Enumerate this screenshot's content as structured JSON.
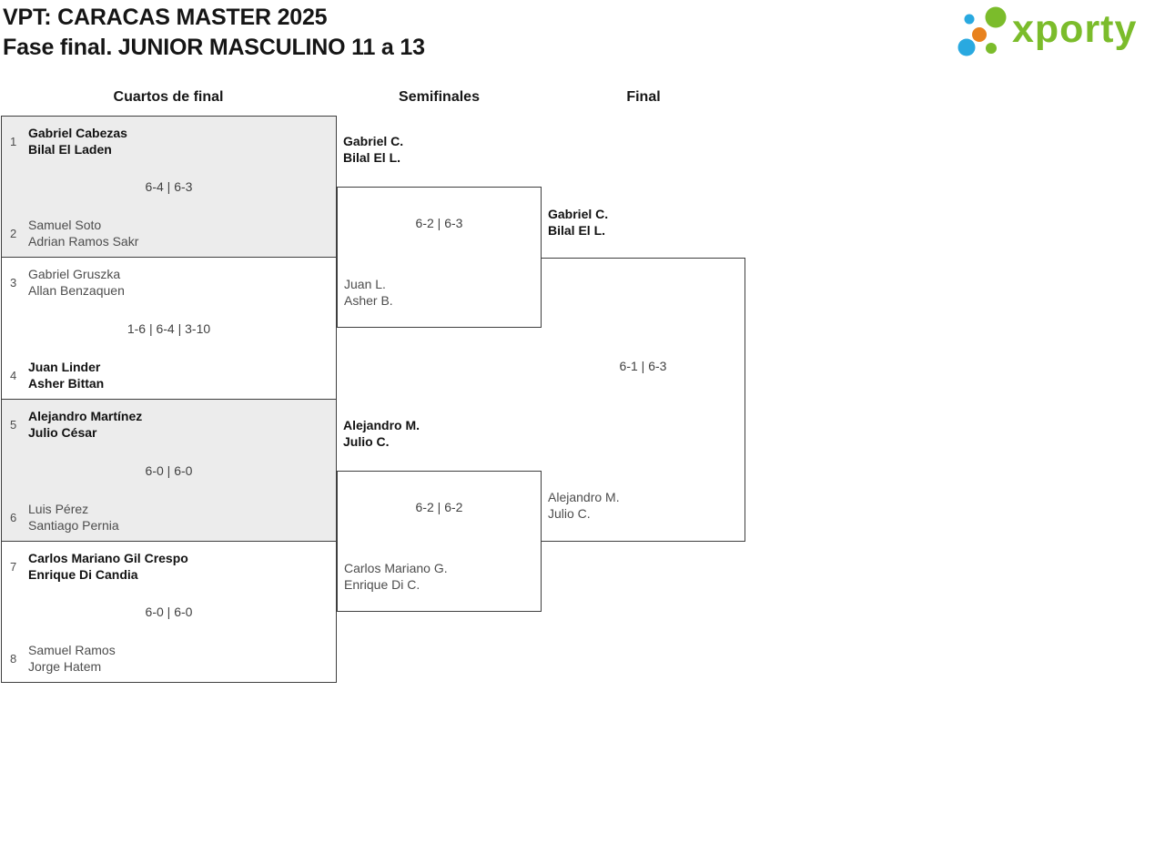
{
  "header": {
    "title_line1": "VPT: CARACAS MASTER 2025",
    "title_line2": "Fase final. JUNIOR MASCULINO 11 a 13"
  },
  "logo": {
    "text": "xporty",
    "colors": {
      "green": "#7bbc2b",
      "blue": "#29a9e0",
      "orange": "#e8821e"
    }
  },
  "columns": {
    "quarterfinals": "Cuartos de final",
    "semifinals": "Semifinales",
    "final": "Final"
  },
  "rounds": {
    "quarterfinals": [
      {
        "seed_top": "1",
        "team_top": [
          "Gabriel Cabezas",
          "Bilal El Laden"
        ],
        "team_top_winner": true,
        "score": "6-4 | 6-3",
        "seed_bottom": "2",
        "team_bottom": [
          "Samuel Soto",
          "Adrian Ramos Sakr"
        ],
        "team_bottom_winner": false
      },
      {
        "seed_top": "3",
        "team_top": [
          "Gabriel Gruszka",
          "Allan Benzaquen"
        ],
        "team_top_winner": false,
        "score": "1-6 | 6-4 | 3-10",
        "seed_bottom": "4",
        "team_bottom": [
          "Juan Linder",
          "Asher Bittan"
        ],
        "team_bottom_winner": true
      },
      {
        "seed_top": "5",
        "team_top": [
          "Alejandro Martínez",
          "Julio César"
        ],
        "team_top_winner": true,
        "score": "6-0 | 6-0",
        "seed_bottom": "6",
        "team_bottom": [
          "Luis Pérez",
          "Santiago Pernia"
        ],
        "team_bottom_winner": false
      },
      {
        "seed_top": "7",
        "team_top": [
          "Carlos Mariano Gil Crespo",
          "Enrique Di Candia"
        ],
        "team_top_winner": true,
        "score": "6-0 | 6-0",
        "seed_bottom": "8",
        "team_bottom": [
          "Samuel Ramos",
          "Jorge Hatem"
        ],
        "team_bottom_winner": false
      }
    ],
    "semifinals": [
      {
        "team_top": [
          "Gabriel C.",
          "Bilal El L."
        ],
        "team_top_winner": true,
        "score": "6-2 | 6-3",
        "team_bottom": [
          "Juan L.",
          "Asher B."
        ],
        "team_bottom_winner": false
      },
      {
        "team_top": [
          "Alejandro M.",
          "Julio C."
        ],
        "team_top_winner": true,
        "score": "6-2 | 6-2",
        "team_bottom": [
          "Carlos Mariano G.",
          "Enrique Di C."
        ],
        "team_bottom_winner": false
      }
    ],
    "final": {
      "team_top": [
        "Gabriel C.",
        "Bilal El L."
      ],
      "team_top_winner": true,
      "score": "6-1 | 6-3",
      "team_bottom": [
        "Alejandro M.",
        "Julio C."
      ],
      "team_bottom_winner": false
    }
  }
}
